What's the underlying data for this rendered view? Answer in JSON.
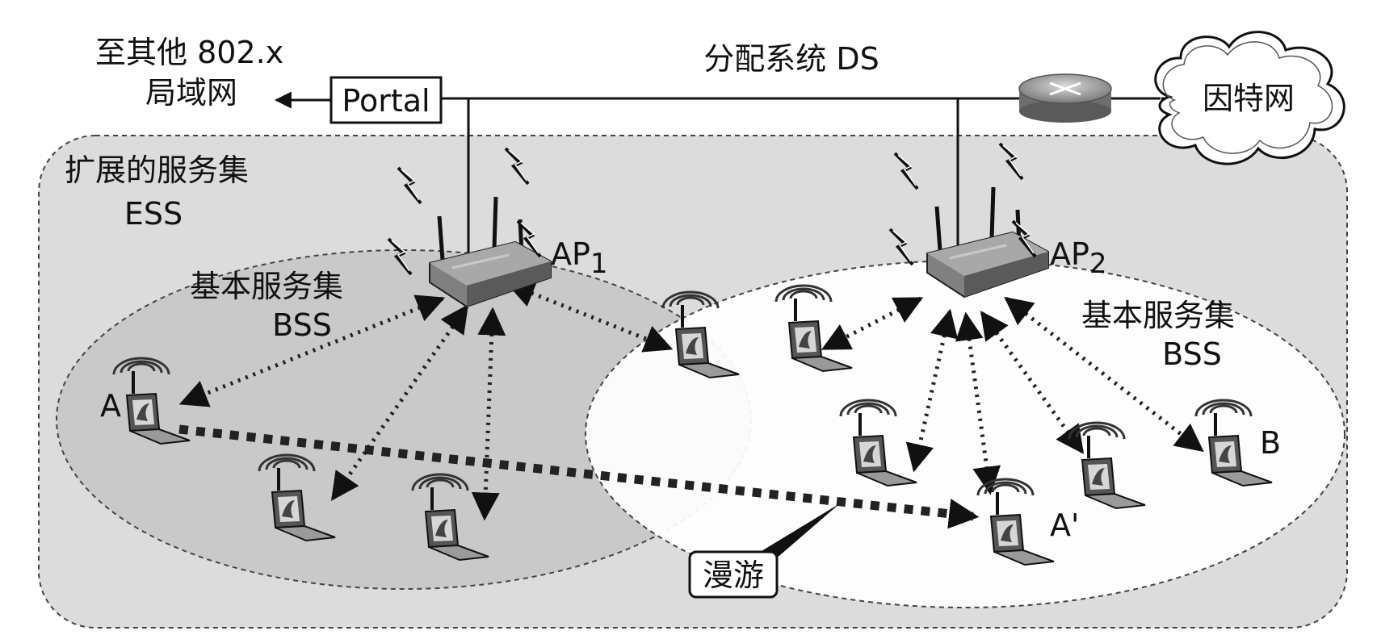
{
  "labels": {
    "other_lan_line1": "至其他 802.x",
    "other_lan_line2": "局域网",
    "portal": "Portal",
    "ds": "分配系统 DS",
    "internet": "因特网",
    "ess_line1": "扩展的服务集",
    "ess_line2": "ESS",
    "bss_left_line1": "基本服务集",
    "bss_left_line2": "BSS",
    "bss_right_line1": "基本服务集",
    "bss_right_line2": "BSS",
    "ap1_base": "AP",
    "ap1_sub": "1",
    "ap2_base": "AP",
    "ap2_sub": "2",
    "station_a": "A",
    "station_a_prime": "A'",
    "station_b": "B",
    "roaming": "漫游"
  },
  "colors": {
    "ess_fill": "#dcdcdc",
    "bss_left_fill": "#c9c9c9",
    "bss_right_fill": "#ffffff",
    "line": "#111111"
  }
}
